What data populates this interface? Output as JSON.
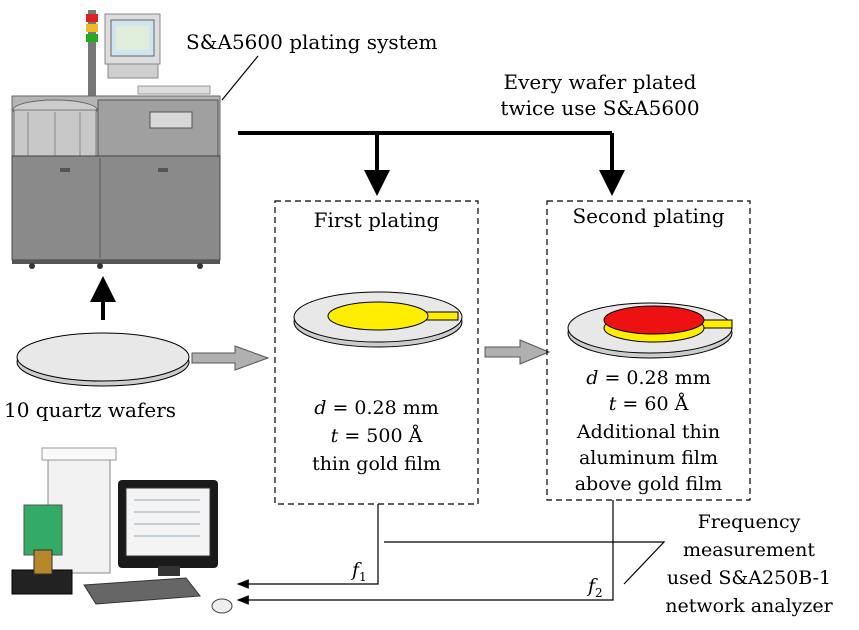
{
  "labels": {
    "system": "S&A5600 plating system",
    "every_wafer_line1": "Every wafer plated",
    "every_wafer_line2": "twice use S&A5600",
    "wafers": "10 quartz wafers",
    "first_title": "First plating",
    "second_title": "Second plating",
    "freq_line1": "Frequency",
    "freq_line2": "measurement",
    "freq_line3": "used S&A250B-1",
    "freq_line4": "network analyzer"
  },
  "first_plating": {
    "d_var": "d",
    "d_val": "= 0.28 mm",
    "t_var": "t",
    "t_val": "= 500 Å",
    "film": "thin gold film",
    "film_color": "#ffee00"
  },
  "second_plating": {
    "d_var": "d",
    "d_val": "= 0.28 mm",
    "t_var": "t",
    "t_val": "= 60 Å",
    "film_line1": "Additional thin",
    "film_line2": "aluminum film",
    "film_line3": "above gold film",
    "film_color": "#ee1111",
    "under_color": "#ffee00"
  },
  "signals": {
    "f1": "f",
    "f1_sub": "1",
    "f2": "f",
    "f2_sub": "2"
  },
  "colors": {
    "wafer": "#e8e8e8",
    "machine": "#9a9a9a",
    "hollow_arrow": "#b0b0b0"
  }
}
